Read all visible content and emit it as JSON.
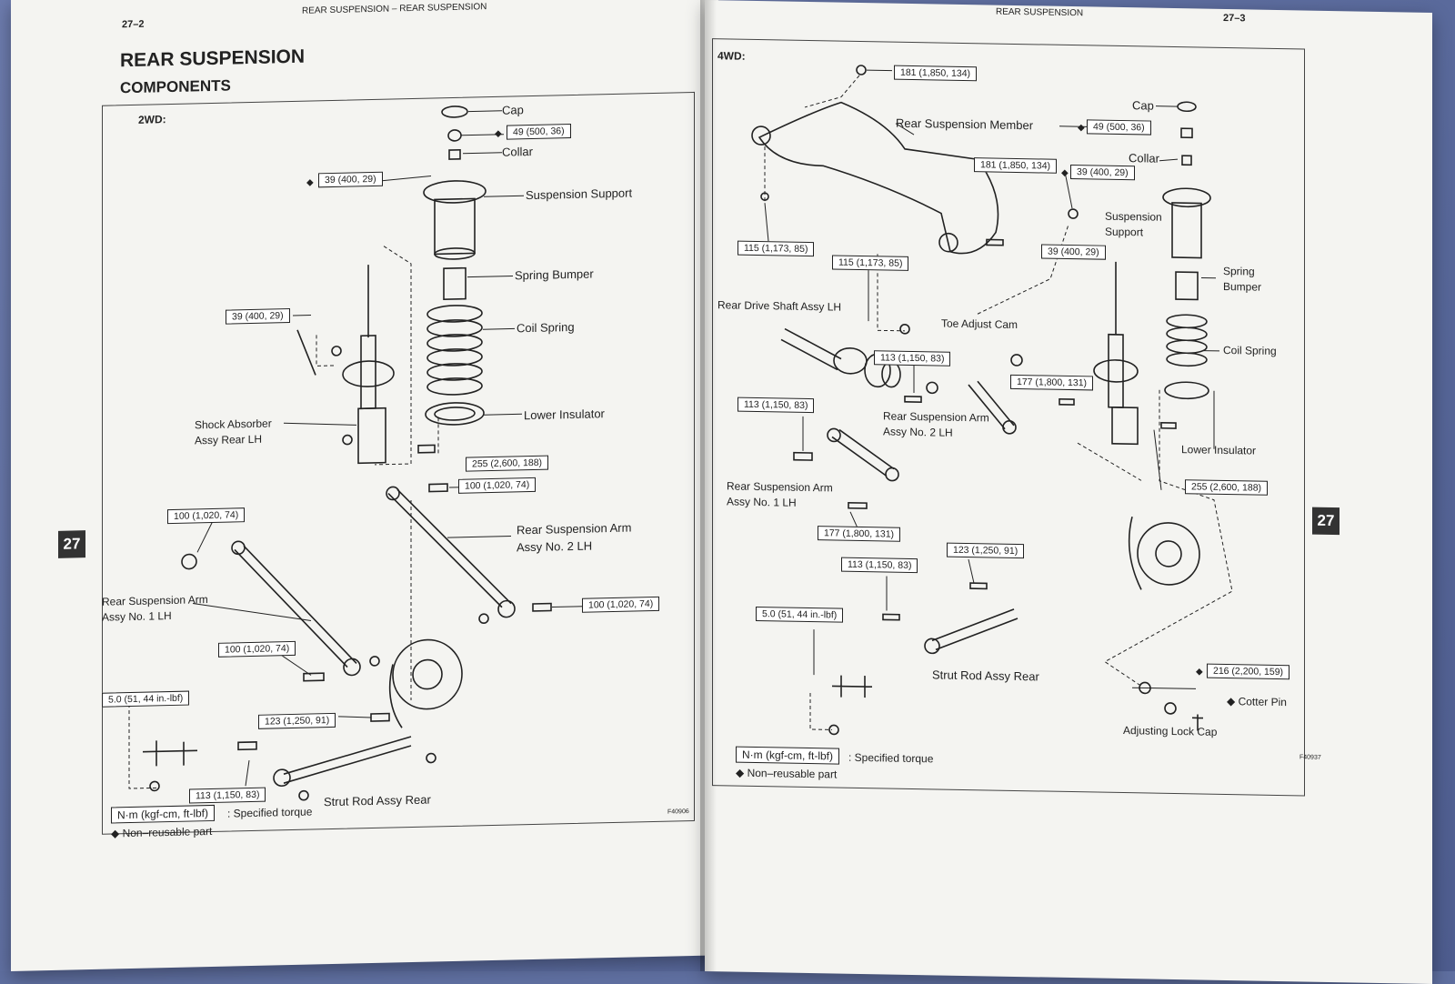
{
  "left_page": {
    "page_number": "27–2",
    "running_head": "REAR SUSPENSION – REAR SUSPENSION",
    "title": "REAR SUSPENSION",
    "subtitle": "COMPONENTS",
    "drive_label": "2WD:",
    "tab": "27",
    "labels": {
      "cap": "Cap",
      "collar": "Collar",
      "suspension_support": "Suspension Support",
      "spring_bumper": "Spring Bumper",
      "coil_spring": "Coil Spring",
      "shock_absorber": "Shock Absorber\nAssy Rear LH",
      "lower_insulator": "Lower Insulator",
      "rear_arm_2": "Rear Suspension Arm\nAssy No. 2 LH",
      "rear_arm_1": "Rear Suspension Arm\nAssy No. 1 LH",
      "strut_rod": "Strut Rod Assy Rear"
    },
    "torques": {
      "t1": "49 (500, 36)",
      "t2": "39 (400, 29)",
      "t3": "39 (400, 29)",
      "t4": "255 (2,600, 188)",
      "t5": "100 (1,020, 74)",
      "t6": "100 (1,020, 74)",
      "t7": "100 (1,020, 74)",
      "t8": "100 (1,020, 74)",
      "t9": "5.0 (51, 44 in.-lbf)",
      "t10": "123 (1,250, 91)",
      "t11": "113 (1,150, 83)"
    },
    "legend_unit": "N·m (kgf-cm, ft-lbf)",
    "legend_specified": ": Specified torque",
    "legend_nonreusable": "◆ Non–reusable part",
    "figure_code": "F40906"
  },
  "right_page": {
    "page_number": "27–3",
    "running_head": "REAR SUSPENSION",
    "drive_label": "4WD:",
    "tab": "27",
    "labels": {
      "member": "Rear Suspension Member",
      "cap": "Cap",
      "collar": "Collar",
      "suspension_support": "Suspension\nSupport",
      "spring_bumper": "Spring\nBumper",
      "coil_spring": "Coil Spring",
      "lower_insulator": "Lower Insulator",
      "drive_shaft": "Rear Drive Shaft Assy LH",
      "toe_cam": "Toe Adjust Cam",
      "rear_arm_2": "Rear Suspension Arm\nAssy No. 2 LH",
      "rear_arm_1": "Rear Suspension Arm\nAssy No. 1 LH",
      "strut_rod": "Strut Rod Assy Rear",
      "cotter_pin": "◆ Cotter Pin",
      "lock_cap": "Adjusting Lock Cap"
    },
    "torques": {
      "r1": "181 (1,850, 134)",
      "r2": "49 (500, 36)",
      "r3": "181 (1,850, 134)",
      "r4": "39 (400, 29)",
      "r5": "115 (1,173, 85)",
      "r6": "115 (1,173, 85)",
      "r7": "39 (400, 29)",
      "r8": "113 (1,150, 83)",
      "r9": "177 (1,800, 131)",
      "r10": "113 (1,150, 83)",
      "r11": "255 (2,600, 188)",
      "r12": "177 (1,800, 131)",
      "r13": "123 (1,250, 91)",
      "r14": "113 (1,150, 83)",
      "r15": "5.0 (51, 44 in.-lbf)",
      "r16": "216 (2,200, 159)"
    },
    "legend_unit": "N·m (kgf-cm, ft-lbf)",
    "legend_specified": ": Specified torque",
    "legend_nonreusable": "◆ Non–reusable part",
    "figure_code": "F40937"
  }
}
